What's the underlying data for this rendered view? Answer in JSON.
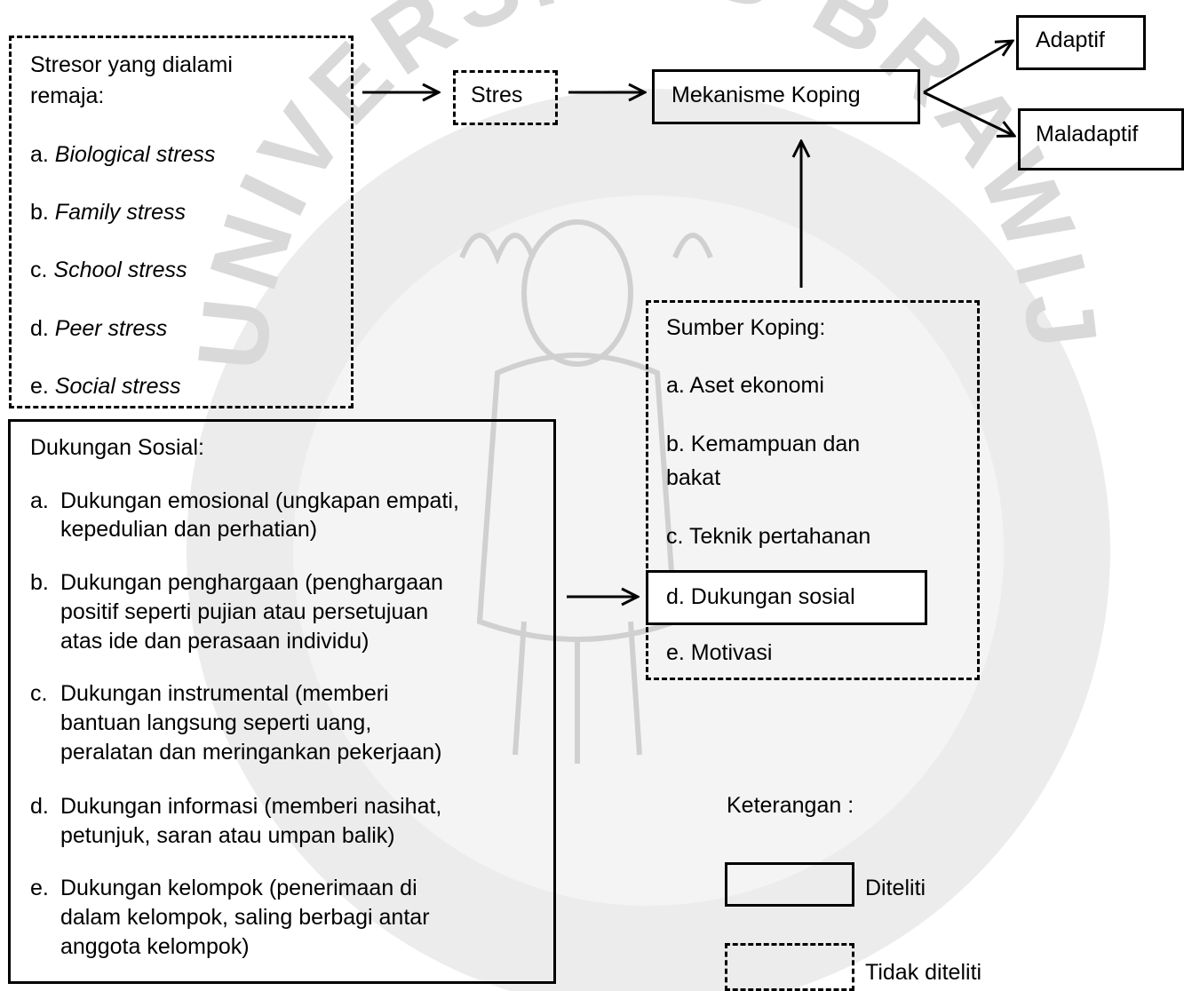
{
  "watermark": {
    "color": "#d4d4d4",
    "arc_top_text": "UNIVERSITAS BRAWIJAYA"
  },
  "stresor": {
    "title_line1": "Stresor yang dialami",
    "title_line2": "remaja:",
    "items": [
      {
        "prefix": "a. ",
        "text": "Biological stress"
      },
      {
        "prefix": "b. ",
        "text": "Family stress"
      },
      {
        "prefix": "c. ",
        "text": "School stress"
      },
      {
        "prefix": "d. ",
        "text": "Peer stress"
      },
      {
        "prefix": "e. ",
        "text": "Social stress"
      }
    ]
  },
  "stres": {
    "label": "Stres"
  },
  "koping": {
    "label": "Mekanisme Koping"
  },
  "outcomes": {
    "adaptif": "Adaptif",
    "maladaptif": "Maladaptif"
  },
  "sumber": {
    "title": "Sumber Koping:",
    "a": "a. Aset ekonomi",
    "b_line1": "b. Kemampuan dan",
    "b_line2": "bakat",
    "c": "c. Teknik pertahanan",
    "d": "d. Dukungan sosial",
    "e": "e. Motivasi"
  },
  "dukungan": {
    "title": "Dukungan Sosial:",
    "items": [
      {
        "label": "a.",
        "lines": [
          "Dukungan emosional (ungkapan empati,",
          "kepedulian dan perhatian)"
        ]
      },
      {
        "label": "b.",
        "lines": [
          "Dukungan penghargaan (penghargaan",
          "positif seperti pujian atau persetujuan",
          "atas ide dan perasaan individu)"
        ]
      },
      {
        "label": "c.",
        "lines": [
          "Dukungan instrumental (memberi",
          "bantuan langsung seperti uang,",
          "peralatan dan meringankan pekerjaan)"
        ]
      },
      {
        "label": "d.",
        "lines": [
          "Dukungan informasi (memberi nasihat,",
          "petunjuk, saran atau umpan balik)"
        ]
      },
      {
        "label": "e.",
        "lines": [
          "Dukungan kelompok (penerimaan di",
          "dalam kelompok, saling berbagi antar",
          "anggota kelompok)"
        ]
      }
    ]
  },
  "legend": {
    "title": "Keterangan :",
    "diteliti": "Diteliti",
    "tidak_diteliti": "Tidak diteliti"
  }
}
